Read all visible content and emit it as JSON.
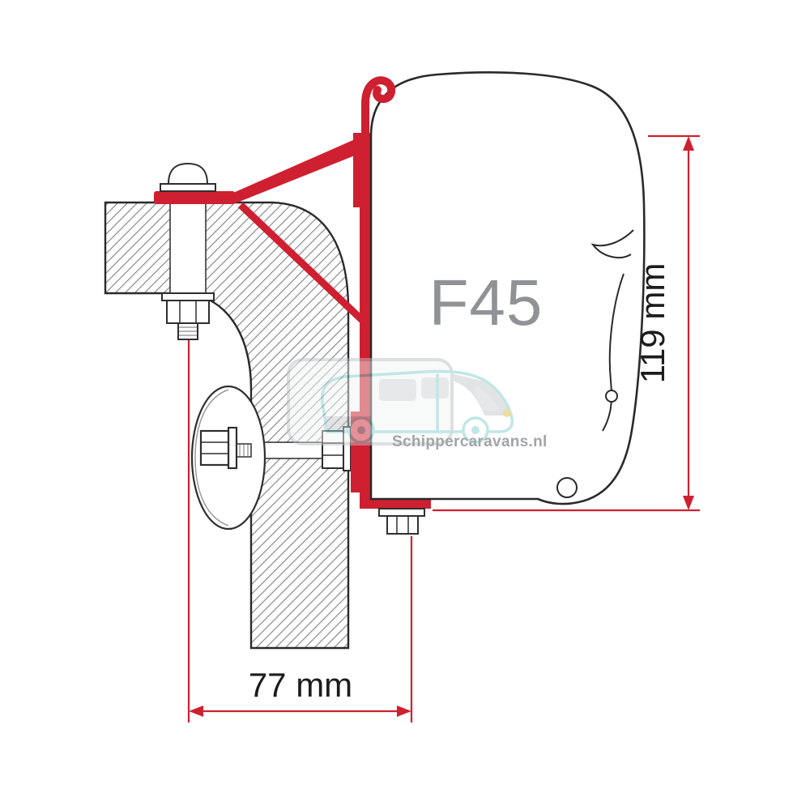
{
  "diagram": {
    "product_label": "F45",
    "dimensions": {
      "height_label": "119 mm",
      "height_mm": 119,
      "width_label": "77 mm",
      "width_mm": 77
    }
  },
  "watermark": {
    "text": "Schippercaravans.nl"
  },
  "colors": {
    "bracket_red": "#ce2030",
    "outline": "#2a2a2a",
    "hatch_gray": "#8f9092",
    "product_label_gray": "#909296",
    "dimension_text": "#1c1c1c",
    "watermark_teal": "#85cfd1",
    "watermark_gray": "#a2a4a6",
    "headlight_yellow": "#e0bc3f"
  }
}
